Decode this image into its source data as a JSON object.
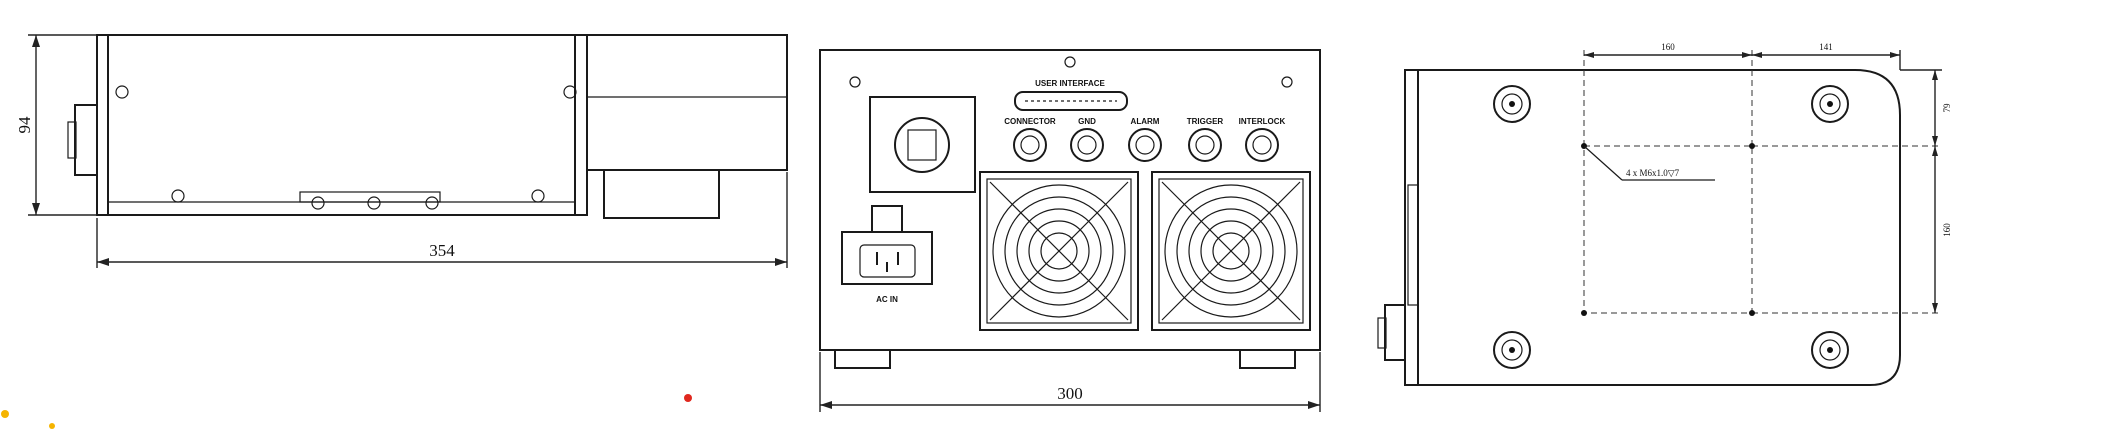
{
  "side_view": {
    "height_dim": "94",
    "length_dim": "354"
  },
  "rear_panel": {
    "width_dim": "300",
    "interface_label": "USER INTERFACE",
    "connector_labels": [
      "CONNECTOR",
      "GND",
      "ALARM",
      "TRIGGER",
      "INTERLOCK"
    ],
    "power_label": "AC IN"
  },
  "bottom_view": {
    "dim_top_left": "160",
    "dim_top_right": "141",
    "dim_right_top": "79",
    "dim_right_main": "160",
    "hole_note": "4 x M6x1.0▽7"
  },
  "colors": {
    "line": "#1a1a1a",
    "accent_dot_orange": "#f5b400",
    "accent_dot_red": "#e0281e"
  }
}
